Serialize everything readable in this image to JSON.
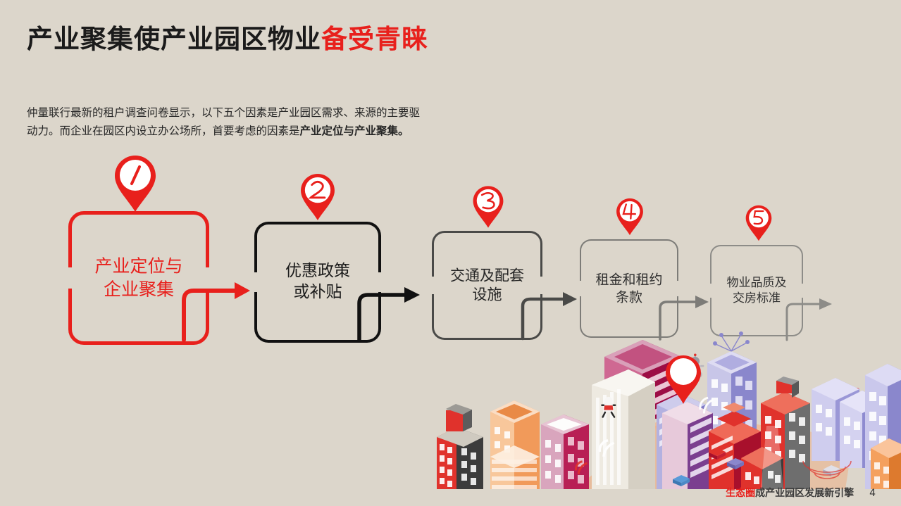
{
  "slide": {
    "background_color": "#dcd6cb",
    "accent_red": "#e8201c",
    "title_black_part": "产业聚集使产业园区物业",
    "title_red_part": "备受青睐",
    "body_line_1": "仲量联行最新的租户调查问卷显示，以下五个因素是产业园区需求、来源的主要驱",
    "body_line_2_plain": "动力。而企业在园区内设立办公场所，首要考虑的因素是",
    "body_line_2_bold": "产业定位与产业聚集。"
  },
  "flow": {
    "steps": [
      {
        "number": "1",
        "pin_glyph": "1",
        "label": "产业定位与\n企业聚集",
        "color": "#e8201c",
        "text_color": "#e8201c",
        "border_width": 5,
        "font_size": 25
      },
      {
        "number": "2",
        "pin_glyph": "2",
        "label": "优惠政策\n或补贴",
        "color": "#111111",
        "text_color": "#1b1b1b",
        "border_width": 4,
        "font_size": 23
      },
      {
        "number": "3",
        "pin_glyph": "3",
        "label": "交通及配套\n设施",
        "color": "#4a4a48",
        "text_color": "#262626",
        "border_width": 3,
        "font_size": 21
      },
      {
        "number": "4",
        "pin_glyph": "4",
        "label": "租金和租约\n条款",
        "color": "#7d7c78",
        "text_color": "#2e2e2e",
        "border_width": 2.5,
        "font_size": 19
      },
      {
        "number": "5",
        "pin_glyph": "5",
        "label": "物业品质及\n交房标准",
        "color": "#8d8c88",
        "text_color": "#333333",
        "border_width": 2,
        "font_size": 17
      }
    ],
    "arrow_colors": [
      "#e8201c",
      "#111111",
      "#4a4a48",
      "#7d7c78",
      "#8d8c88"
    ]
  },
  "city": {
    "map_pin_color": "#e8201c",
    "map_pin_fill": "#ffffff"
  },
  "footer": {
    "brand_red": "生态圈",
    "brand_dark": "成产业园区发展新引擎",
    "page_number": "4"
  }
}
